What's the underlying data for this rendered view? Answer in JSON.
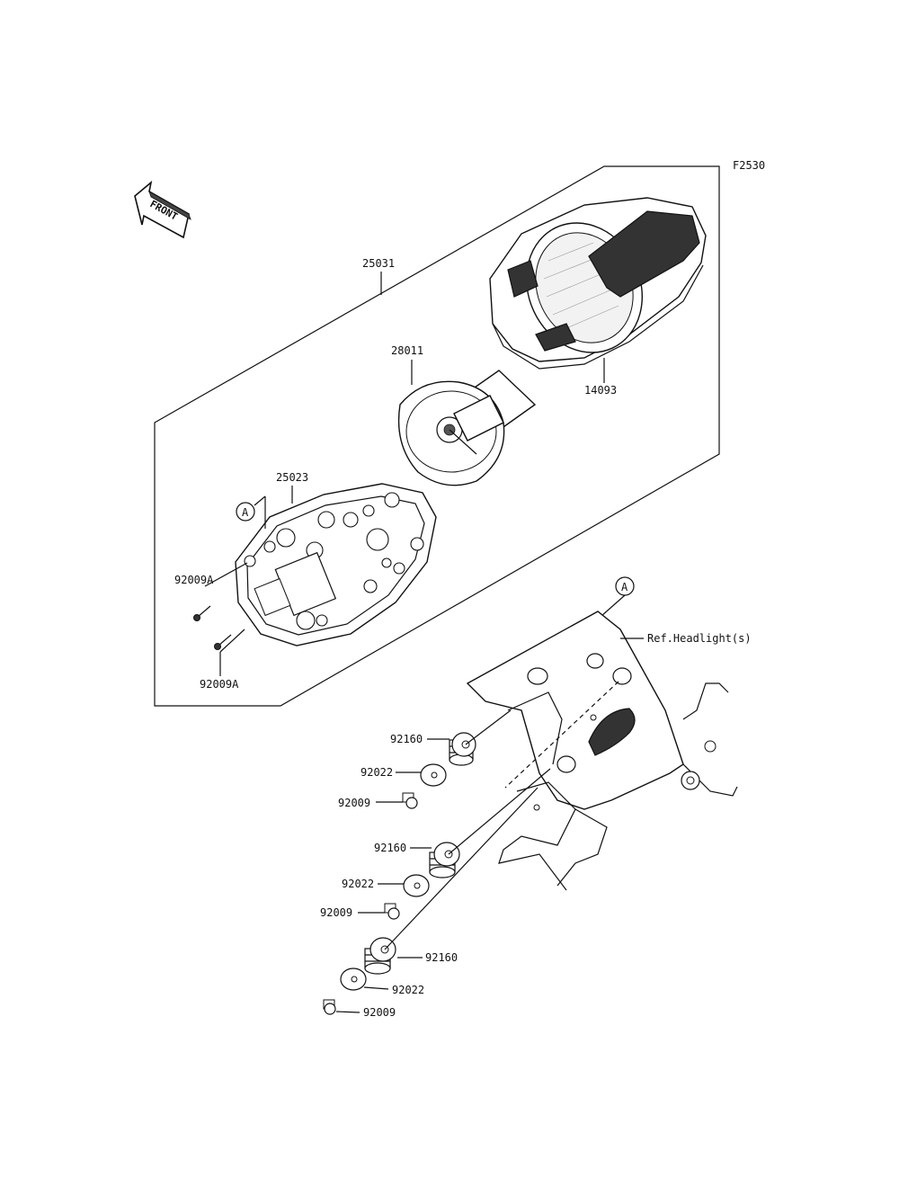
{
  "figure_code": "F2530",
  "front_arrow_label": "FRONT",
  "callouts": {
    "assembly_meter": "25031",
    "plate_dial": "28011",
    "cover_meter": "14093",
    "case_meter": "25023",
    "ref_a_upper": "A",
    "ref_a_lower": "A",
    "screw_upper": "92009A",
    "screw_lower": "92009A",
    "reference_headlight": "Ref.Headlight(s)",
    "damper_1": "92160",
    "washer_1": "92022",
    "screw_1": "92009",
    "damper_2": "92160",
    "washer_2": "92022",
    "screw_2": "92009",
    "damper_3": "92160",
    "washer_3": "92022",
    "screw_3": "92009"
  }
}
